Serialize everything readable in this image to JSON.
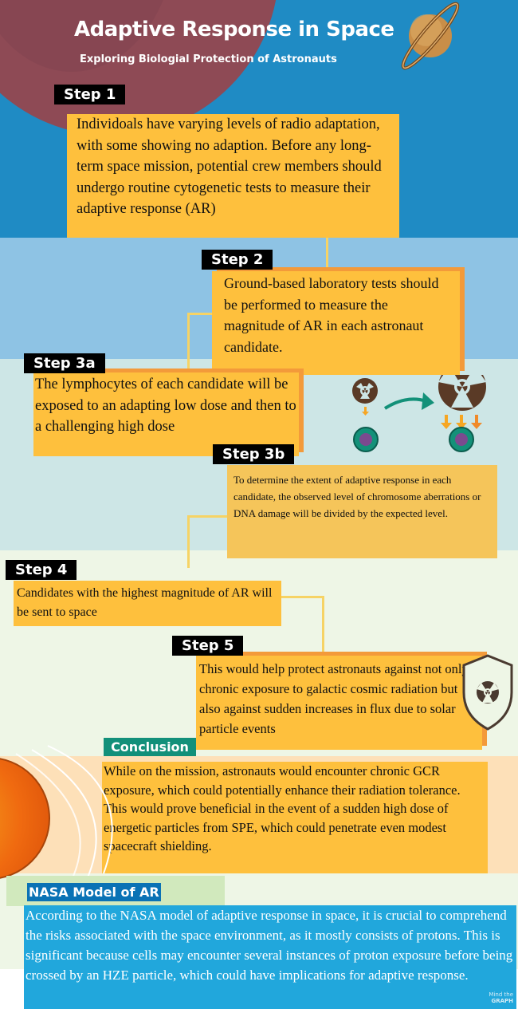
{
  "header": {
    "title": "Adaptive Response in Space",
    "subtitle": "Exploring Biologial Protection of Astronauts"
  },
  "steps": [
    {
      "label": "Step 1",
      "text": "Individoals have varying levels of radio adaptation, with some showing no adaption. Before any long-term space mission, potential crew members should undergo routine cytogenetic tests to measure their adaptive response (AR)"
    },
    {
      "label": "Step 2",
      "text": "Ground-based laboratory tests should be performed to measure the magnitude of AR in each astronaut candidate."
    },
    {
      "label": "Step 3a",
      "text": "The lymphocytes of each candidate will be exposed to an adapting low dose and then to a challenging high dose"
    },
    {
      "label": "Step 3b",
      "text": "To determine the extent of adaptive response in each candidate, the observed level of chromosome aberrations or DNA damage will be divided by the expected level."
    },
    {
      "label": "Step 4",
      "text": "Candidates with the highest magnitude of AR will be sent to space"
    },
    {
      "label": "Step 5",
      "text": "This would help protect astronauts against not only chronic exposure to galactic cosmic radiation but also against sudden increases in flux due to solar particle events"
    }
  ],
  "conclusion": {
    "label": "Conclusion",
    "text": "While on the mission, astronauts would encounter chronic GCR exposure, which could potentially enhance their radiation tolerance. This would prove beneficial in the event of a sudden high dose of energetic particles from SPE, which could penetrate even modest spacecraft shielding."
  },
  "nasa": {
    "label": "NASA Model of AR",
    "text": "According to the NASA model of adaptive response in space, it is crucial to comprehend the risks associated with the space environment, as it mostly consists of protons. This is significant because cells may encounter several instances of proton exposure before being crossed by an HZE particle, which could have implications for adaptive response."
  },
  "watermark": {
    "line1": "Mind the",
    "line2": "GRAPH"
  },
  "colors": {
    "blue": "#1f8bc4",
    "yellow": "#fec03d",
    "teal": "#12907a",
    "nasa_blue": "#21a7dc"
  }
}
